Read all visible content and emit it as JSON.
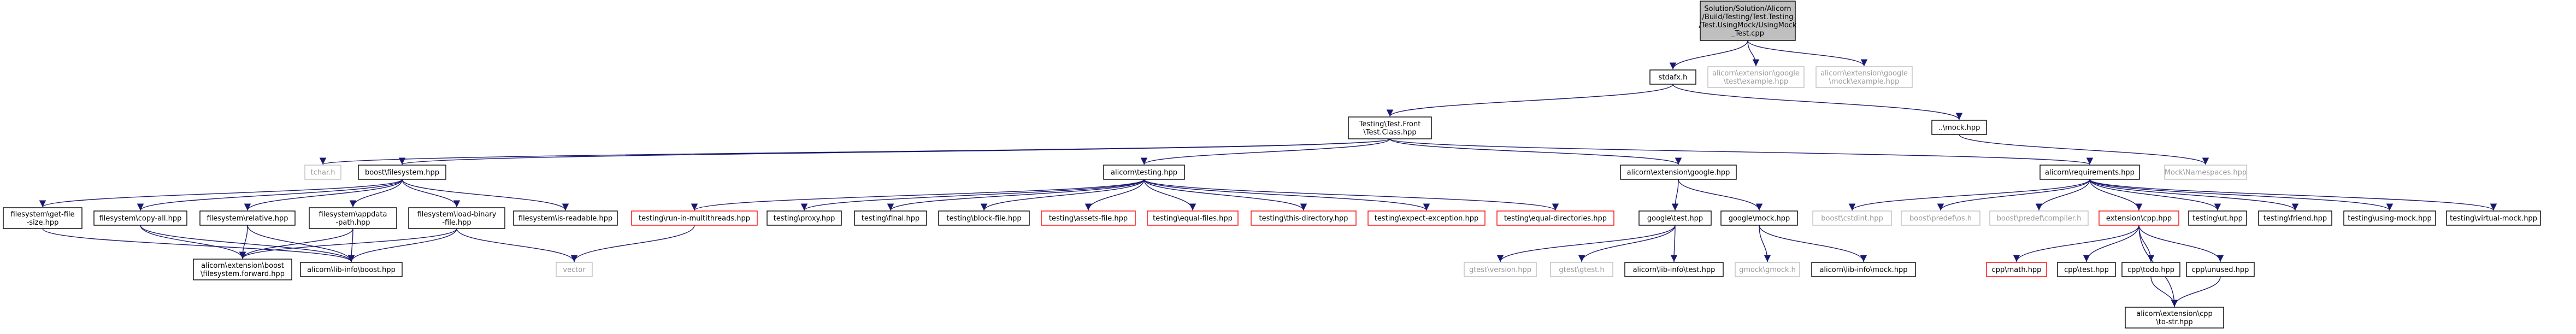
{
  "colors": {
    "edge": "#191970",
    "normal_border": "#000000",
    "missing_border": "#bfbfbf",
    "missing_text": "#999999",
    "error_border": "#ff0000",
    "root_fill": "#bfbfbf",
    "node_fill": "#ffffff"
  },
  "nodes": {
    "root": {
      "lines": [
        "Solution/Solution/Alicorn",
        "/Build/Testing/Test.Testing",
        "/Test.UsingMock/UsingMock",
        "_Test.cpp"
      ]
    },
    "stdafx": {
      "lines": [
        "stdafx.h"
      ]
    },
    "google_example": {
      "lines": [
        "alicorn\\extension\\google",
        "\\test\\example.hpp"
      ]
    },
    "mock_example": {
      "lines": [
        "alicorn\\extension\\google",
        "\\mock\\example.hpp"
      ]
    },
    "testfront": {
      "lines": [
        "Testing\\Test.Front",
        "\\Test.Class.hpp"
      ]
    },
    "mock_hpp": {
      "lines": [
        "..\\mock.hpp"
      ]
    },
    "mock_ns": {
      "lines": [
        "Mock\\Namespaces.hpp"
      ]
    },
    "tchar": {
      "lines": [
        "tchar.h"
      ]
    },
    "boost_fs": {
      "lines": [
        "boost\\filesystem.hpp"
      ]
    },
    "testing_hpp": {
      "lines": [
        "alicorn\\testing.hpp"
      ]
    },
    "google_hpp": {
      "lines": [
        "alicorn\\extension\\google.hpp"
      ]
    },
    "requirements": {
      "lines": [
        "alicorn\\requirements.hpp"
      ]
    },
    "fs_get_file_size": {
      "lines": [
        "filesystem\\get-file",
        "-size.hpp"
      ]
    },
    "fs_copy_all": {
      "lines": [
        "filesystem\\copy-all.hpp"
      ]
    },
    "fs_relative": {
      "lines": [
        "filesystem\\relative.hpp"
      ]
    },
    "fs_appdata": {
      "lines": [
        "filesystem\\appdata",
        "-path.hpp"
      ]
    },
    "fs_load_binary": {
      "lines": [
        "filesystem\\load-binary",
        "-file.hpp"
      ]
    },
    "fs_readable": {
      "lines": [
        "filesystem\\is-readable.hpp"
      ]
    },
    "fs_forward": {
      "lines": [
        "alicorn\\extension\\boost",
        "\\filesystem.forward.hpp"
      ]
    },
    "lib_boost": {
      "lines": [
        "alicorn\\lib-info\\boost.hpp"
      ]
    },
    "vector": {
      "lines": [
        "vector"
      ]
    },
    "t_run_mt": {
      "lines": [
        "testing\\run-in-multithreads.hpp"
      ]
    },
    "t_proxy": {
      "lines": [
        "testing\\proxy.hpp"
      ]
    },
    "t_final": {
      "lines": [
        "testing\\final.hpp"
      ]
    },
    "t_block_file": {
      "lines": [
        "testing\\block-file.hpp"
      ]
    },
    "t_assets_file": {
      "lines": [
        "testing\\assets-file.hpp"
      ]
    },
    "t_equal_files": {
      "lines": [
        "testing\\equal-files.hpp"
      ]
    },
    "t_this_dir": {
      "lines": [
        "testing\\this-directory.hpp"
      ]
    },
    "t_expect_exc": {
      "lines": [
        "testing\\expect-exception.hpp"
      ]
    },
    "t_equal_dirs": {
      "lines": [
        "testing\\equal-directories.hpp"
      ]
    },
    "g_test": {
      "lines": [
        "google\\test.hpp"
      ]
    },
    "g_mock": {
      "lines": [
        "google\\mock.hpp"
      ]
    },
    "gtest_version": {
      "lines": [
        "gtest\\version.hpp"
      ]
    },
    "gtest_h": {
      "lines": [
        "gtest\\gtest.h"
      ]
    },
    "lib_test": {
      "lines": [
        "alicorn\\lib-info\\test.hpp"
      ]
    },
    "gmock_h": {
      "lines": [
        "gmock\\gmock.h"
      ]
    },
    "lib_mock": {
      "lines": [
        "alicorn\\lib-info\\mock.hpp"
      ]
    },
    "cstdint": {
      "lines": [
        "boost\\cstdint.hpp"
      ]
    },
    "predef_os": {
      "lines": [
        "boost\\predef\\os.h"
      ]
    },
    "predef_compiler": {
      "lines": [
        "boost\\predef\\compiler.h"
      ]
    },
    "ext_cpp": {
      "lines": [
        "extension\\cpp.hpp"
      ]
    },
    "t_ut": {
      "lines": [
        "testing\\ut.hpp"
      ]
    },
    "t_friend": {
      "lines": [
        "testing\\friend.hpp"
      ]
    },
    "t_using_mock": {
      "lines": [
        "testing\\using-mock.hpp"
      ]
    },
    "t_virtual_mock": {
      "lines": [
        "testing\\virtual-mock.hpp"
      ]
    },
    "cpp_math": {
      "lines": [
        "cpp\\math.hpp"
      ]
    },
    "cpp_test": {
      "lines": [
        "cpp\\test.hpp"
      ]
    },
    "cpp_todo": {
      "lines": [
        "cpp\\todo.hpp"
      ]
    },
    "cpp_unused": {
      "lines": [
        "cpp\\unused.hpp"
      ]
    },
    "cpp_to_str": {
      "lines": [
        "alicorn\\extension\\cpp",
        "\\to-str.hpp"
      ]
    }
  }
}
